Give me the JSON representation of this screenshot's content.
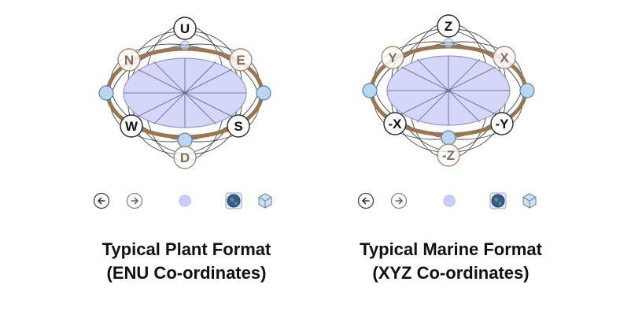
{
  "colors": {
    "ring": "#9a7650",
    "ellipse_fill": "#d4d7f7",
    "ellipse_stroke": "#8f95d0",
    "axis_dot": "#b9d6f2",
    "axis_dot_stroke": "#5c7fa6",
    "label_text": "#111111",
    "label_faded": "#8a6a52"
  },
  "panels": [
    {
      "id": "plant",
      "labels": {
        "top": "U",
        "upper_left": "N",
        "upper_right": "E",
        "lower_left": "W",
        "lower_right": "S",
        "bottom": "D"
      },
      "caption": {
        "line1": "Typical Plant Format",
        "line2": "(ENU Co-ordinates)"
      },
      "toolbar": {
        "back_icon": "arrow-left-icon",
        "forward_icon": "arrow-right-icon",
        "dot_icon": "dot-icon",
        "globe_icon": "globe-icon",
        "cube_icon": "cube-icon"
      }
    },
    {
      "id": "marine",
      "labels": {
        "top": "Z",
        "upper_left": "Y",
        "upper_right": "X",
        "lower_left": "-X",
        "lower_right": "-Y",
        "bottom": "-Z"
      },
      "caption": {
        "line1": "Typical Marine Format",
        "line2": "(XYZ Co-ordinates)"
      },
      "toolbar": {
        "back_icon": "arrow-left-icon",
        "forward_icon": "arrow-right-icon",
        "dot_icon": "dot-icon",
        "globe_icon": "globe-icon",
        "cube_icon": "cube-icon"
      }
    }
  ]
}
